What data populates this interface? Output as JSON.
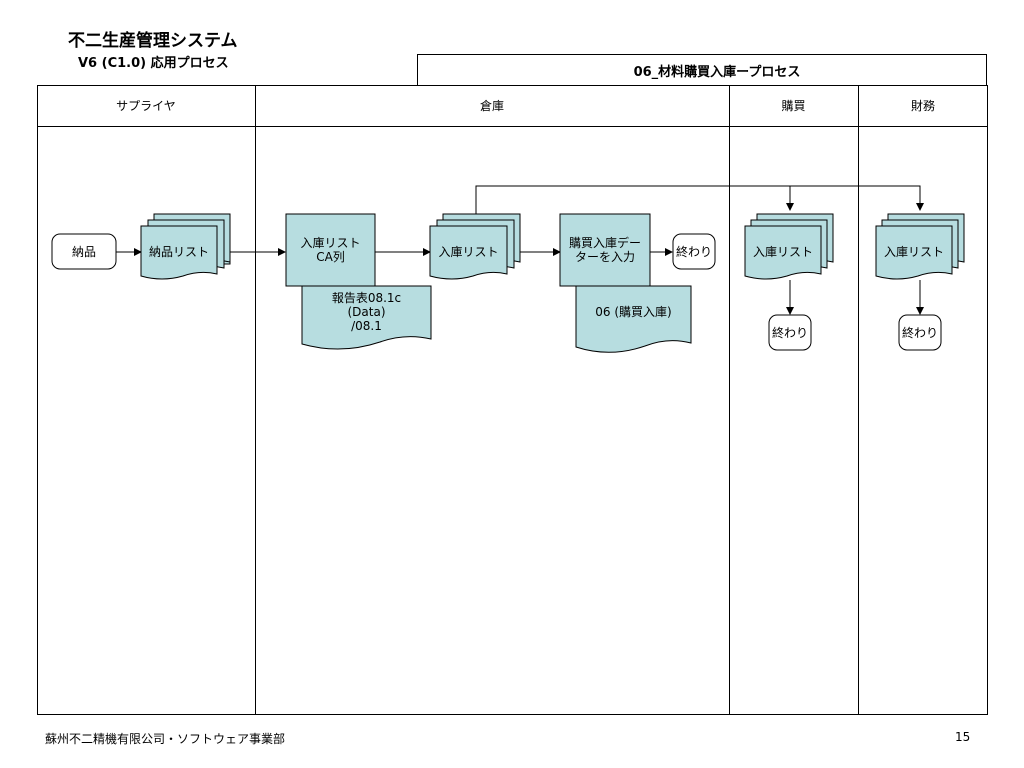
{
  "header": {
    "system_title": "不二生産管理システム",
    "subtitle": "V6 (C1.0) 応用プロセス",
    "process_title": "06_材料購買入庫ープロセス"
  },
  "lanes": [
    {
      "label": "サプライヤ"
    },
    {
      "label": "倉庫"
    },
    {
      "label": "購買"
    },
    {
      "label": "財務"
    }
  ],
  "nodes": {
    "nouhin": "納品",
    "nouhin_list": "納品リスト",
    "nyuko_list_ca": "入庫リスト\nCA列",
    "report": "報告表08.1c\n(Data)\n/08.1",
    "nyuko_list_warehouse": "入庫リスト",
    "data_entry": "購買入庫デー\nターを入力",
    "end_warehouse": "終わり",
    "doc_06": "06 (購買入庫)",
    "nyuko_list_purchase": "入庫リスト",
    "end_purchase": "終わり",
    "nyuko_list_finance": "入庫リスト",
    "end_finance": "終わり"
  },
  "footer": {
    "company": "蘇州不二精機有限公司・ソフトウェア事業部",
    "page_number": "15"
  },
  "colors": {
    "shape_fill": "#b7dde0",
    "stroke": "#000000"
  }
}
